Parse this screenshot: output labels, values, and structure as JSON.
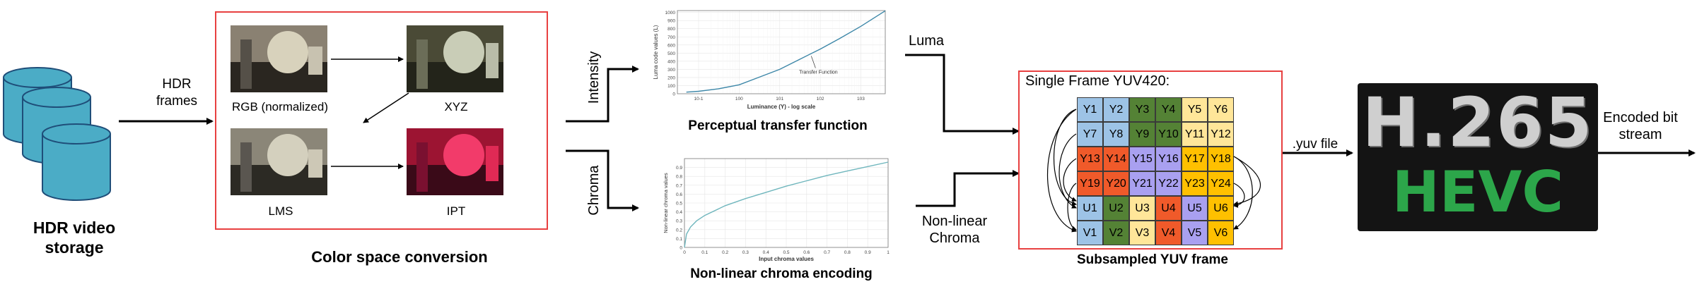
{
  "storage": {
    "label": "HDR video storage",
    "line1": "HDR video",
    "line2": "storage"
  },
  "hdr_frames": {
    "line1": "HDR",
    "line2": "frames"
  },
  "color_conversion": {
    "caption": "Color space conversion",
    "images": [
      {
        "label": "RGB (normalized)"
      },
      {
        "label": "XYZ"
      },
      {
        "label": "LMS"
      },
      {
        "label": "IPT"
      }
    ]
  },
  "intensity_label": "Intensity",
  "chroma_label": "Chroma",
  "ptf_chart": {
    "caption": "Perceptual transfer function",
    "chart_data": {
      "type": "line",
      "xlabel": "Luminance (Y) - log scale",
      "ylabel": "Luma code values (L)",
      "x_scale": "log",
      "x_ticks": [
        "10^-1",
        "10^0",
        "10^1",
        "10^2",
        "10^3"
      ],
      "y_ticks": [
        "0",
        "100",
        "200",
        "300",
        "400",
        "500",
        "600",
        "700",
        "800",
        "900",
        "1000"
      ],
      "ylim": [
        0,
        1023
      ],
      "grid": true,
      "annotation": "Transfer Function",
      "series": [
        {
          "x": [
            0.05,
            0.1,
            0.3,
            1,
            3,
            10,
            30,
            100,
            300,
            1000,
            4000
          ],
          "y": [
            20,
            30,
            60,
            110,
            200,
            300,
            420,
            550,
            680,
            830,
            1020
          ]
        }
      ]
    }
  },
  "chroma_chart": {
    "caption": "Non-linear chroma encoding",
    "chart_data": {
      "type": "line",
      "xlabel": "Input chroma values",
      "ylabel": "Non-linear chroma values",
      "x_ticks": [
        "0",
        "0.1",
        "0.2",
        "0.3",
        "0.4",
        "0.5",
        "0.6",
        "0.7",
        "0.8",
        "0.9",
        "1"
      ],
      "y_ticks": [
        "0",
        "0.1",
        "0.2",
        "0.3",
        "0.4",
        "0.5",
        "0.6",
        "0.7",
        "0.8",
        "0.9"
      ],
      "xlim": [
        0,
        1
      ],
      "ylim": [
        0,
        1
      ],
      "grid": true,
      "series": [
        {
          "x": [
            0,
            0.01,
            0.03,
            0.06,
            0.1,
            0.2,
            0.3,
            0.4,
            0.5,
            0.6,
            0.7,
            0.8,
            0.9,
            1.0
          ],
          "y": [
            0,
            0.15,
            0.23,
            0.3,
            0.36,
            0.47,
            0.55,
            0.62,
            0.69,
            0.75,
            0.81,
            0.86,
            0.91,
            0.96
          ]
        }
      ]
    }
  },
  "luma_label": "Luma",
  "nonlinear_chroma": {
    "line1": "Non-linear",
    "line2": "Chroma"
  },
  "yuv_frame": {
    "title": "Single Frame YUV420:",
    "caption": "Subsampled YUV frame",
    "colors": {
      "blue": "#9dc3e6",
      "green": "#548235",
      "yellow": "#ffe699",
      "orange": "#f4b183",
      "red": "#f05a2a",
      "purple": "#a9a0f0",
      "gold": "#ffc000"
    },
    "rows": [
      [
        {
          "t": "Y1",
          "c": "blue"
        },
        {
          "t": "Y2",
          "c": "blue"
        },
        {
          "t": "Y3",
          "c": "green"
        },
        {
          "t": "Y4",
          "c": "green"
        },
        {
          "t": "Y5",
          "c": "yellow"
        },
        {
          "t": "Y6",
          "c": "yellow"
        }
      ],
      [
        {
          "t": "Y7",
          "c": "blue"
        },
        {
          "t": "Y8",
          "c": "blue"
        },
        {
          "t": "Y9",
          "c": "green"
        },
        {
          "t": "Y10",
          "c": "green"
        },
        {
          "t": "Y11",
          "c": "yellow"
        },
        {
          "t": "Y12",
          "c": "yellow"
        }
      ],
      [
        {
          "t": "Y13",
          "c": "red"
        },
        {
          "t": "Y14",
          "c": "red"
        },
        {
          "t": "Y15",
          "c": "purple"
        },
        {
          "t": "Y16",
          "c": "purple"
        },
        {
          "t": "Y17",
          "c": "gold"
        },
        {
          "t": "Y18",
          "c": "gold"
        }
      ],
      [
        {
          "t": "Y19",
          "c": "red"
        },
        {
          "t": "Y20",
          "c": "red"
        },
        {
          "t": "Y21",
          "c": "purple"
        },
        {
          "t": "Y22",
          "c": "purple"
        },
        {
          "t": "Y23",
          "c": "gold"
        },
        {
          "t": "Y24",
          "c": "gold"
        }
      ],
      [
        {
          "t": "U1",
          "c": "blue"
        },
        {
          "t": "U2",
          "c": "green"
        },
        {
          "t": "U3",
          "c": "yellow"
        },
        {
          "t": "U4",
          "c": "red"
        },
        {
          "t": "U5",
          "c": "purple"
        },
        {
          "t": "U6",
          "c": "gold"
        }
      ],
      [
        {
          "t": "V1",
          "c": "blue"
        },
        {
          "t": "V2",
          "c": "green"
        },
        {
          "t": "V3",
          "c": "yellow"
        },
        {
          "t": "V4",
          "c": "red"
        },
        {
          "t": "V5",
          "c": "purple"
        },
        {
          "t": "V6",
          "c": "gold"
        }
      ]
    ]
  },
  "yuv_file_label": ".yuv file",
  "codec_logo": {
    "line1": "H.265",
    "line2": "HEVC",
    "accent": "#2ca64a"
  },
  "encoded": {
    "line1": "Encoded bit",
    "line2": "stream"
  }
}
